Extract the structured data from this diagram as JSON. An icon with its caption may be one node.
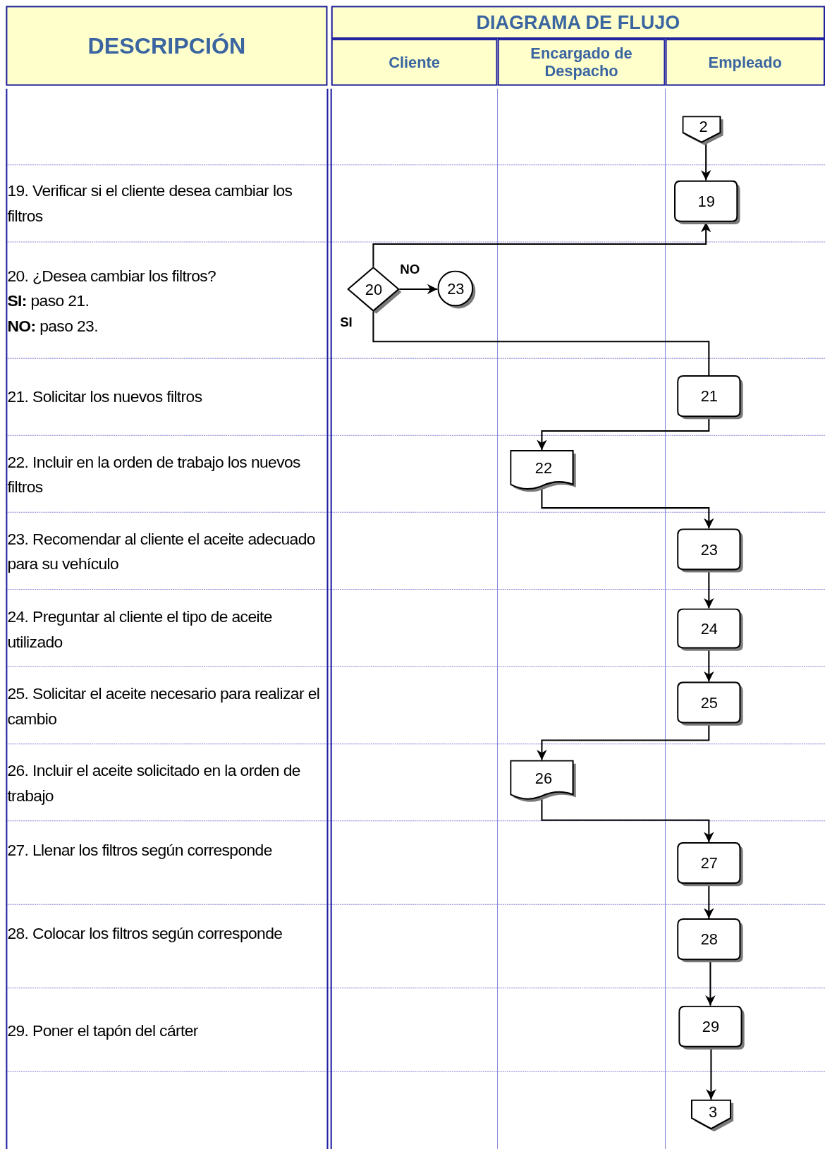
{
  "diagram": {
    "nodes": [
      {
        "text": [
          "2"
        ]
      },
      {
        "text": [
          "19"
        ]
      },
      {
        "text": [
          "20"
        ]
      },
      {
        "text": [
          "23"
        ]
      },
      {
        "text": [
          "21"
        ]
      },
      {
        "text": [
          "22"
        ]
      },
      {
        "text": [
          "23"
        ]
      },
      {
        "text": [
          "24"
        ]
      },
      {
        "text": [
          "25"
        ]
      },
      {
        "text": [
          "26"
        ]
      },
      {
        "text": [
          "27"
        ]
      },
      {
        "text": [
          "28"
        ]
      },
      {
        "text": [
          "29"
        ]
      },
      {
        "text": [
          "3"
        ]
      }
    ],
    "edges": [
      {
        "from": 0,
        "to": 1,
        "arrow": "to"
      },
      {
        "from": 2,
        "to": 1,
        "arrow": "to"
      },
      {
        "from": 2,
        "to": 3,
        "arrow": "to",
        "label": "NO"
      },
      {
        "from": 2,
        "to": 4,
        "arrow": "none",
        "label": "SI"
      },
      {
        "from": 4,
        "to": 5,
        "arrow": "to"
      },
      {
        "from": 5,
        "to": 6,
        "arrow": "to"
      },
      {
        "from": 6,
        "to": 7,
        "arrow": "to"
      },
      {
        "from": 7,
        "to": 8,
        "arrow": "to"
      },
      {
        "from": 8,
        "to": 9,
        "arrow": "to"
      },
      {
        "from": 9,
        "to": 10,
        "arrow": "to"
      },
      {
        "from": 10,
        "to": 11,
        "arrow": "to"
      },
      {
        "from": 11,
        "to": 12,
        "arrow": "to"
      },
      {
        "from": 12,
        "to": 13,
        "arrow": "to"
      }
    ],
    "labels": [
      "DESCRIPCIÓN",
      "DIAGRAMA DE FLUJO",
      "Cliente",
      "Encargado de Despacho",
      "Empleado",
      "19. Verificar si el cliente desea cambiar los filtros",
      "20. ¿Desea cambiar los filtros?",
      "**SI:** paso 21.",
      "**NO:** paso 23.",
      "21. Solicitar los nuevos filtros",
      "22. Incluir en la orden de trabajo los nuevos filtros",
      "23. Recomendar al cliente el aceite adecuado para su vehículo",
      "24. Preguntar al cliente el tipo de aceite utilizado",
      "25. Solicitar el aceite necesario para realizar el cambio",
      "26. Incluir el aceite solicitado en la orden de trabajo",
      "27. Llenar los filtros según corresponde",
      "28. Colocar los filtros según corresponde",
      "29. Poner el tapón del cárter"
    ]
  }
}
